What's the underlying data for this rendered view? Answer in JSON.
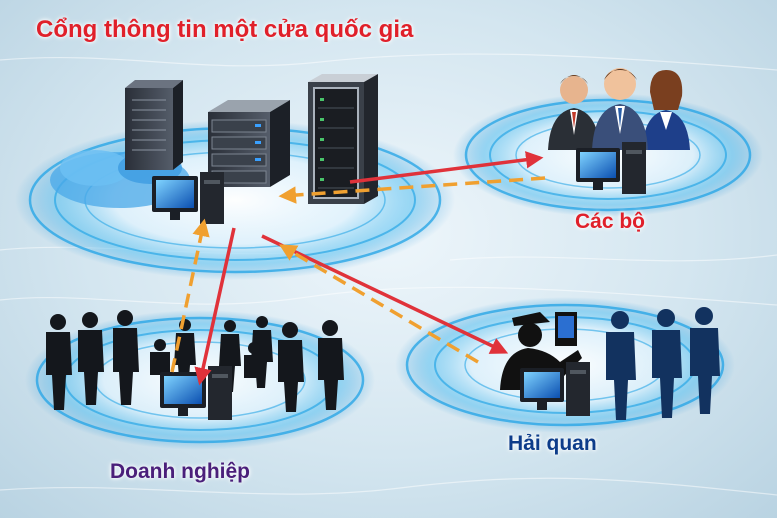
{
  "title": "Cổng thông tin một cửa quốc gia",
  "nodes": {
    "ministries": "Các bộ",
    "customs": "Hải quan",
    "enterprise": "Doanh nghiệp"
  },
  "colors": {
    "title": "#e0202a",
    "ministries_label": "#e0202a",
    "customs_label": "#0d3c8a",
    "enterprise_label": "#4a1f7a",
    "red_arrow": "#e0323a",
    "orange_arrow": "#f0a030",
    "ring": "#2aa6e6"
  }
}
